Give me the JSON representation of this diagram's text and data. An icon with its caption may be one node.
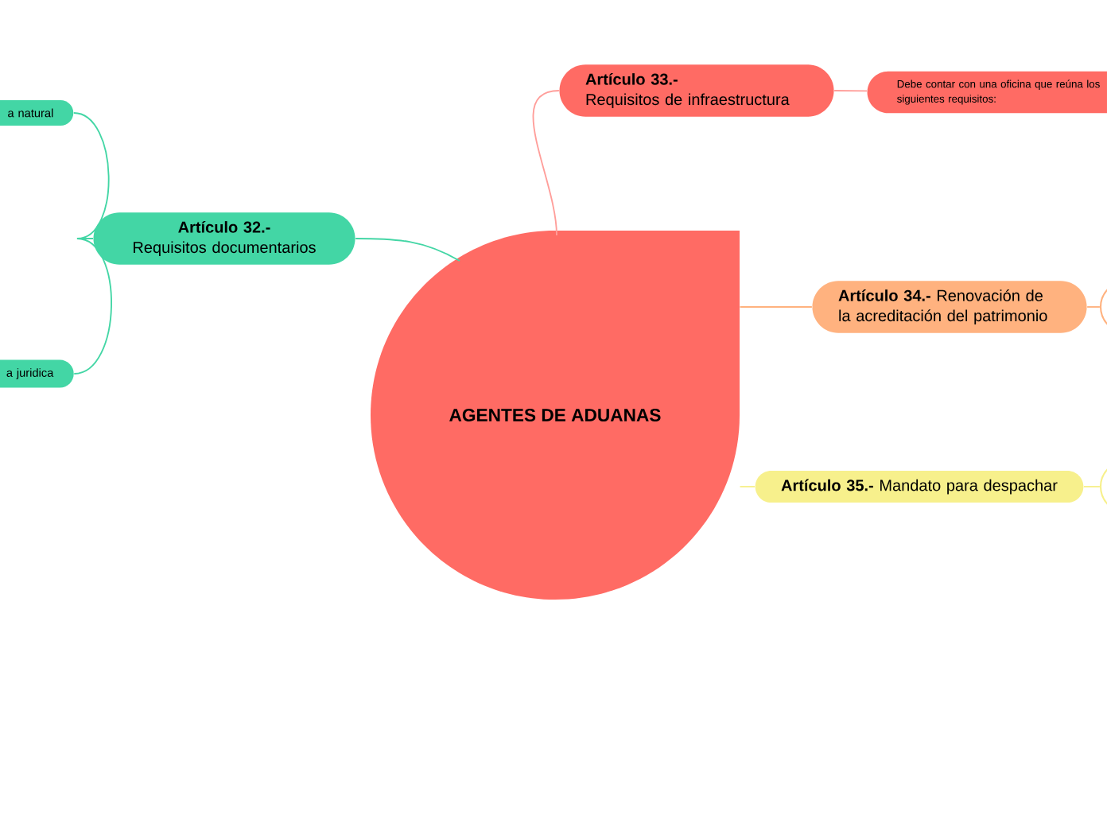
{
  "diagram": {
    "nodes": [
      {
        "text": [
          "AGENTES DE ADUANAS"
        ]
      },
      {
        "text": [
          "Artículo 32.-",
          "Requisitos documentarios"
        ]
      },
      {
        "text": [
          "a natural"
        ]
      },
      {
        "text": [
          "a juridica"
        ]
      },
      {
        "text": [
          "Artículo 33.-",
          "Requisitos de infraestructura"
        ]
      },
      {
        "text": [
          "Debe contar con una oficina que reúna los siguientes requisitos:"
        ]
      },
      {
        "text": [
          "**Artículo 34.-** Renovación de la acreditación del patrimonio"
        ]
      },
      {
        "text": [],
        "shape": "circle"
      },
      {
        "text": [
          "**Artículo 35.-** Mandato para despachar"
        ]
      },
      {
        "text": [],
        "shape": "circle"
      }
    ],
    "edges": [
      {
        "from": 0,
        "to": 1,
        "arrow": "none"
      },
      {
        "from": 1,
        "to": 2,
        "arrow": "none"
      },
      {
        "from": 1,
        "to": 3,
        "arrow": "none"
      },
      {
        "from": 0,
        "to": 4,
        "arrow": "none",
        "color": "#ff9e9a"
      },
      {
        "from": 4,
        "to": 5,
        "arrow": "none",
        "color": "#ff9e9a"
      },
      {
        "from": 0,
        "to": 6,
        "arrow": "none",
        "color": "#ffb27f"
      },
      {
        "from": 6,
        "to": 7,
        "arrow": "none",
        "color": "#ffb27f"
      },
      {
        "from": 0,
        "to": 8,
        "arrow": "none",
        "color": "#f7f08c"
      },
      {
        "from": 8,
        "to": 9,
        "arrow": "none",
        "color": "#f7f08c"
      }
    ]
  }
}
